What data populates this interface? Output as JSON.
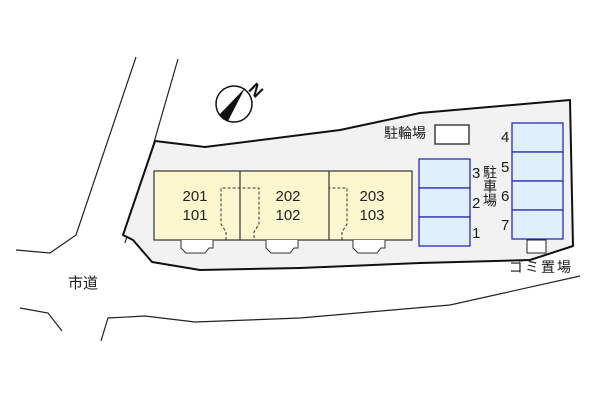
{
  "compass": {
    "label": "N",
    "icon": "north-arrow-icon"
  },
  "road": {
    "label": "市道"
  },
  "bicycle_parking": {
    "label": "駐輪場"
  },
  "parking": {
    "label": "駐車場",
    "spaces_left": [
      "3",
      "2",
      "1"
    ],
    "spaces_right": [
      "4",
      "5",
      "6",
      "7"
    ]
  },
  "garbage": {
    "label": "ゴミ置場"
  },
  "units": [
    {
      "upper": "201",
      "lower": "101"
    },
    {
      "upper": "202",
      "lower": "102"
    },
    {
      "upper": "203",
      "lower": "103"
    }
  ],
  "colors": {
    "lot_fill": "#f2f2f2",
    "building_fill": "#fdf7cf",
    "parking_fill": "#dff0fc",
    "parking_stroke": "#2b2bb8",
    "line": "#111111"
  }
}
